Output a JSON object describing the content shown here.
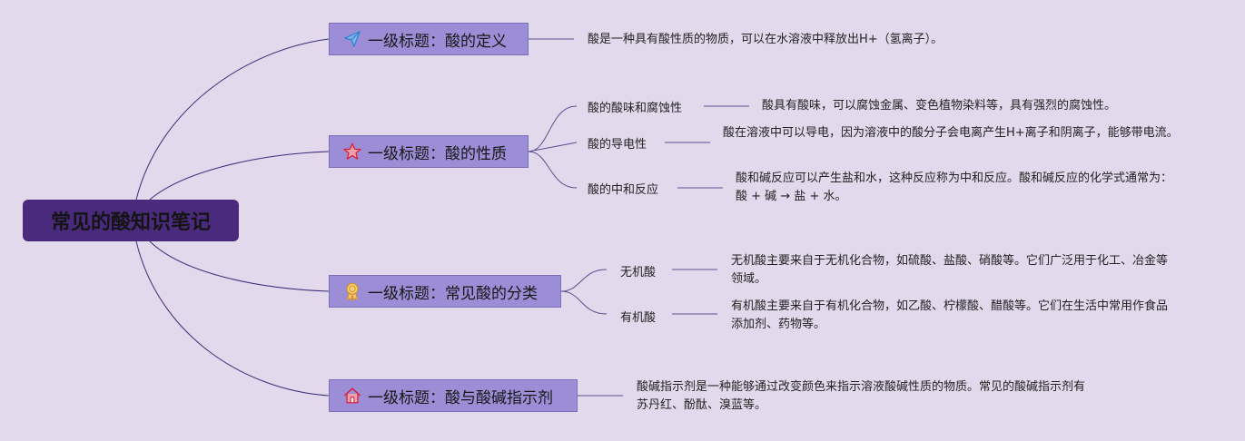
{
  "root": {
    "title": "常见的酸知识笔记"
  },
  "branches": [
    {
      "title": "一级标题：酸的定义",
      "icon": "paper-plane-icon",
      "desc": "酸是一种具有酸性质的物质，可以在水溶液中释放出H+（氢离子）。"
    },
    {
      "title": "一级标题：酸的性质",
      "icon": "star-icon",
      "children": [
        {
          "label": "酸的酸味和腐蚀性",
          "desc": "酸具有酸味，可以腐蚀金属、变色植物染料等，具有强烈的腐蚀性。"
        },
        {
          "label": "酸的导电性",
          "desc": "酸在溶液中可以导电，因为溶液中的酸分子会电离产生H+离子和阴离子，能够带电流。"
        },
        {
          "label": "酸的中和反应",
          "desc": "酸和碱反应可以产生盐和水，这种反应称为中和反应。酸和碱反应的化学式通常为：酸 + 碱 → 盐 + 水。"
        }
      ]
    },
    {
      "title": "一级标题：常见酸的分类",
      "icon": "award-ribbon-icon",
      "children": [
        {
          "label": "无机酸",
          "desc": "无机酸主要来自于无机化合物，如硫酸、盐酸、硝酸等。它们广泛用于化工、冶金等领域。"
        },
        {
          "label": "有机酸",
          "desc": "有机酸主要来自于有机化合物，如乙酸、柠檬酸、醋酸等。它们在生活中常用作食品添加剂、药物等。"
        }
      ]
    },
    {
      "title": "一级标题：酸与酸碱指示剂",
      "icon": "home-icon",
      "desc": "酸碱指示剂是一种能够通过改变颜色来指示溶液酸碱性质的物质。常见的酸碱指示剂有苏丹红、酚酞、溴蓝等。"
    }
  ],
  "colors": {
    "background": "#e3d9ec",
    "root": "#4a2a7c",
    "branch": "#9c8ed6",
    "line": "#3e2d78"
  }
}
